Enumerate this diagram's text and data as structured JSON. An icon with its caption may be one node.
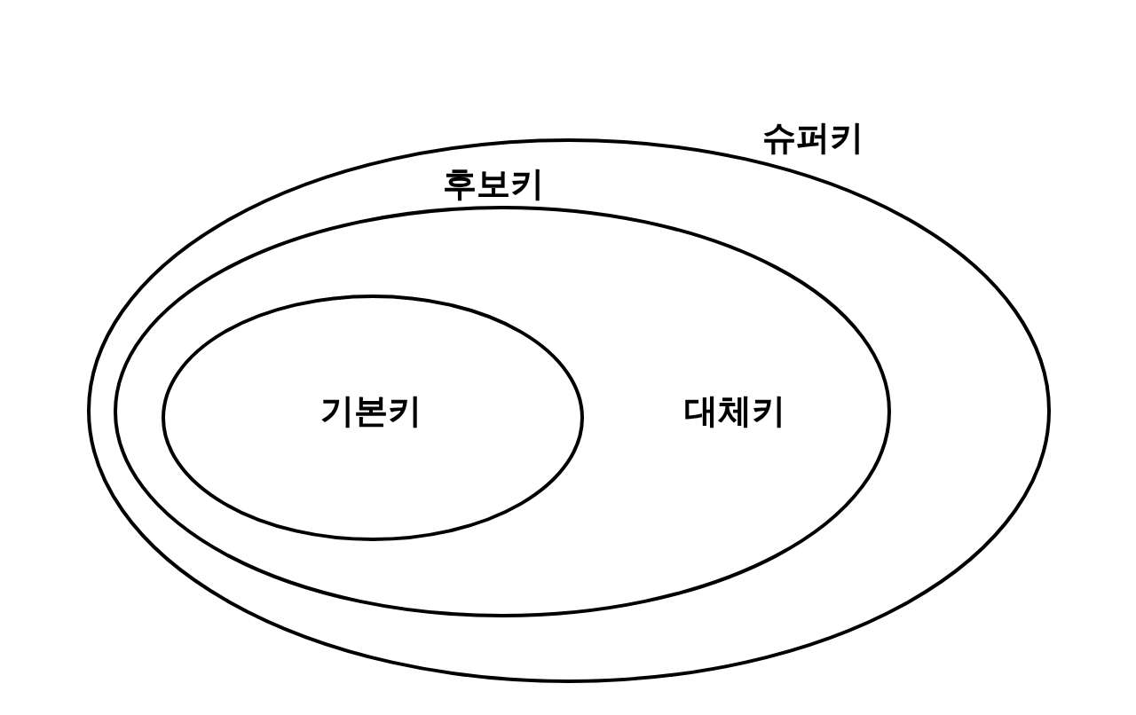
{
  "diagram": {
    "nodes": [
      {
        "text": [
          "슈퍼키"
        ]
      },
      {
        "text": [
          "후보키",
          "대체키"
        ],
        "in": 0
      },
      {
        "text": [
          "기본키"
        ],
        "in": 1
      }
    ]
  }
}
